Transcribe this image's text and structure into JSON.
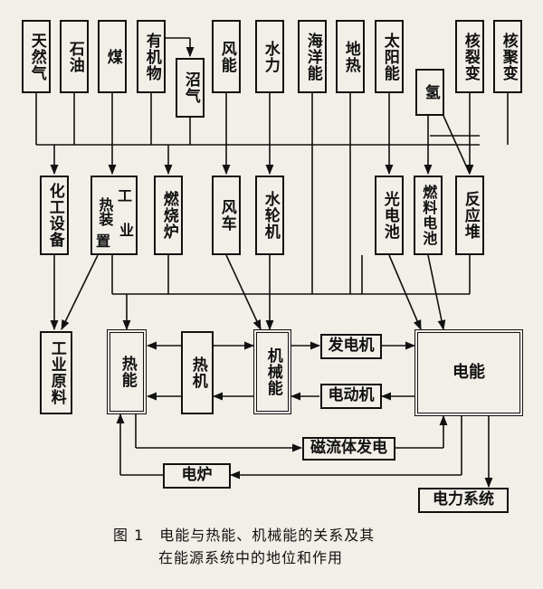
{
  "sources": {
    "natural_gas": "天然气",
    "oil": "石油",
    "coal": "煤",
    "organic": "有机物",
    "biogas": "沼气",
    "wind": "风能",
    "hydro": "水力",
    "ocean": "海洋能",
    "geothermal": "地热",
    "solar": "太阳能",
    "hydrogen": "氢",
    "fission": "核裂变",
    "fusion": "核聚变"
  },
  "converters": {
    "chemical_equipment": "化工设备",
    "industrial_heating_line1": "工",
    "industrial_heating_line2": "热装",
    "industrial_heating_line3": "业",
    "industrial_heating_line4": "置",
    "furnace": "燃烧炉",
    "windmill": "风车",
    "turbine": "水轮机",
    "photocell": "光电池",
    "fuel_cell": "燃料电池",
    "reactor": "反应堆"
  },
  "energy": {
    "industrial_materials": "工业原料",
    "heat_energy": "热能",
    "heat_engine": "热机",
    "mechanical_energy": "机械能",
    "generator": "发电机",
    "motor": "电动机",
    "electric_energy": "电能",
    "mhd": "磁流体发电",
    "electric_furnace": "电炉",
    "power_system": "电力系统"
  },
  "caption": {
    "line1": "图 1　电能与热能、机械能的关系及其",
    "line2": "在能源系统中的地位和作用"
  }
}
